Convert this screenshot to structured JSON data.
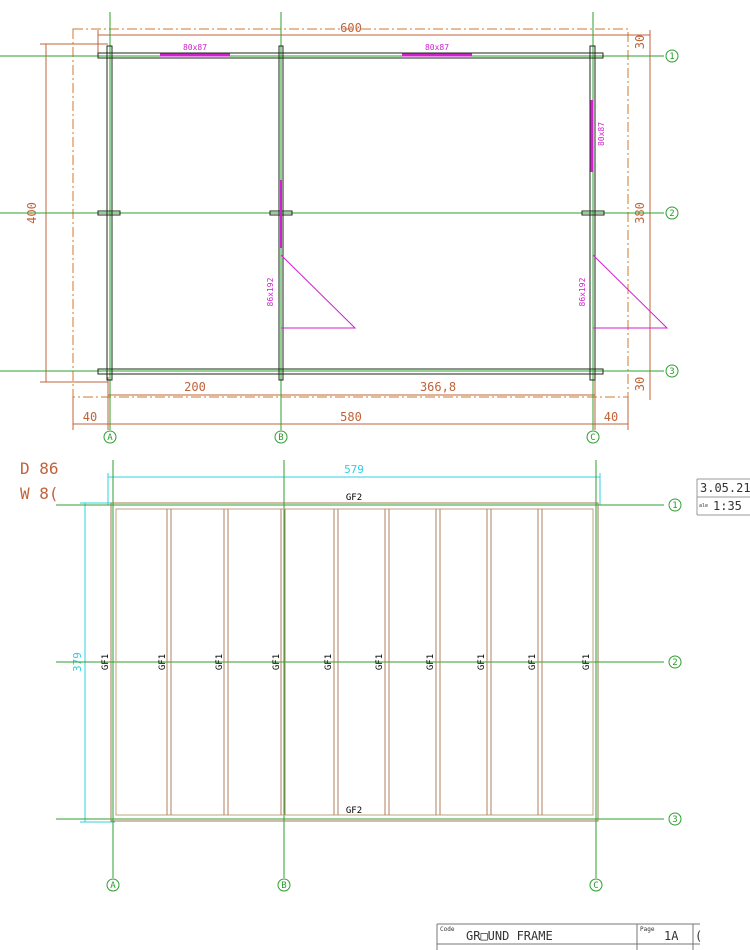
{
  "plan": {
    "dims": {
      "total_width": "600",
      "total_depth": "400",
      "right_depth": "380",
      "top_offset": "30",
      "bottom_offset": "30",
      "left_offset": "40",
      "right_offset": "40",
      "bay_1": "200",
      "bay_2": "366,8",
      "inner_width": "580"
    },
    "openings": {
      "window_1": "80x87",
      "window_2": "80x87",
      "window_3": "80x87",
      "door_1": "86x192",
      "door_2": "86x192"
    },
    "axes": {
      "rows": [
        "1",
        "2",
        "3"
      ],
      "cols": [
        "A",
        "B",
        "C"
      ]
    }
  },
  "frame": {
    "width": "579",
    "depth": "379",
    "beam_top": "GF2",
    "beam_bottom": "GF2",
    "joists": [
      "GF1",
      "GF1",
      "GF1",
      "GF1",
      "GF1",
      "GF1",
      "GF1",
      "GF1",
      "GF1",
      "GF1"
    ],
    "axes": {
      "rows": [
        "1",
        "2",
        "3"
      ],
      "cols": [
        "A",
        "B",
        "C"
      ]
    }
  },
  "side_labels": {
    "d": "D 86",
    "w": "W 8("
  },
  "side_info": {
    "date": "3.05.21",
    "scale_label": "ale",
    "scale": "1:35"
  },
  "title_block": {
    "code_label": "Code",
    "title": "GR□UND FRAME",
    "page_label": "Page",
    "page": "1A",
    "extra": "("
  }
}
